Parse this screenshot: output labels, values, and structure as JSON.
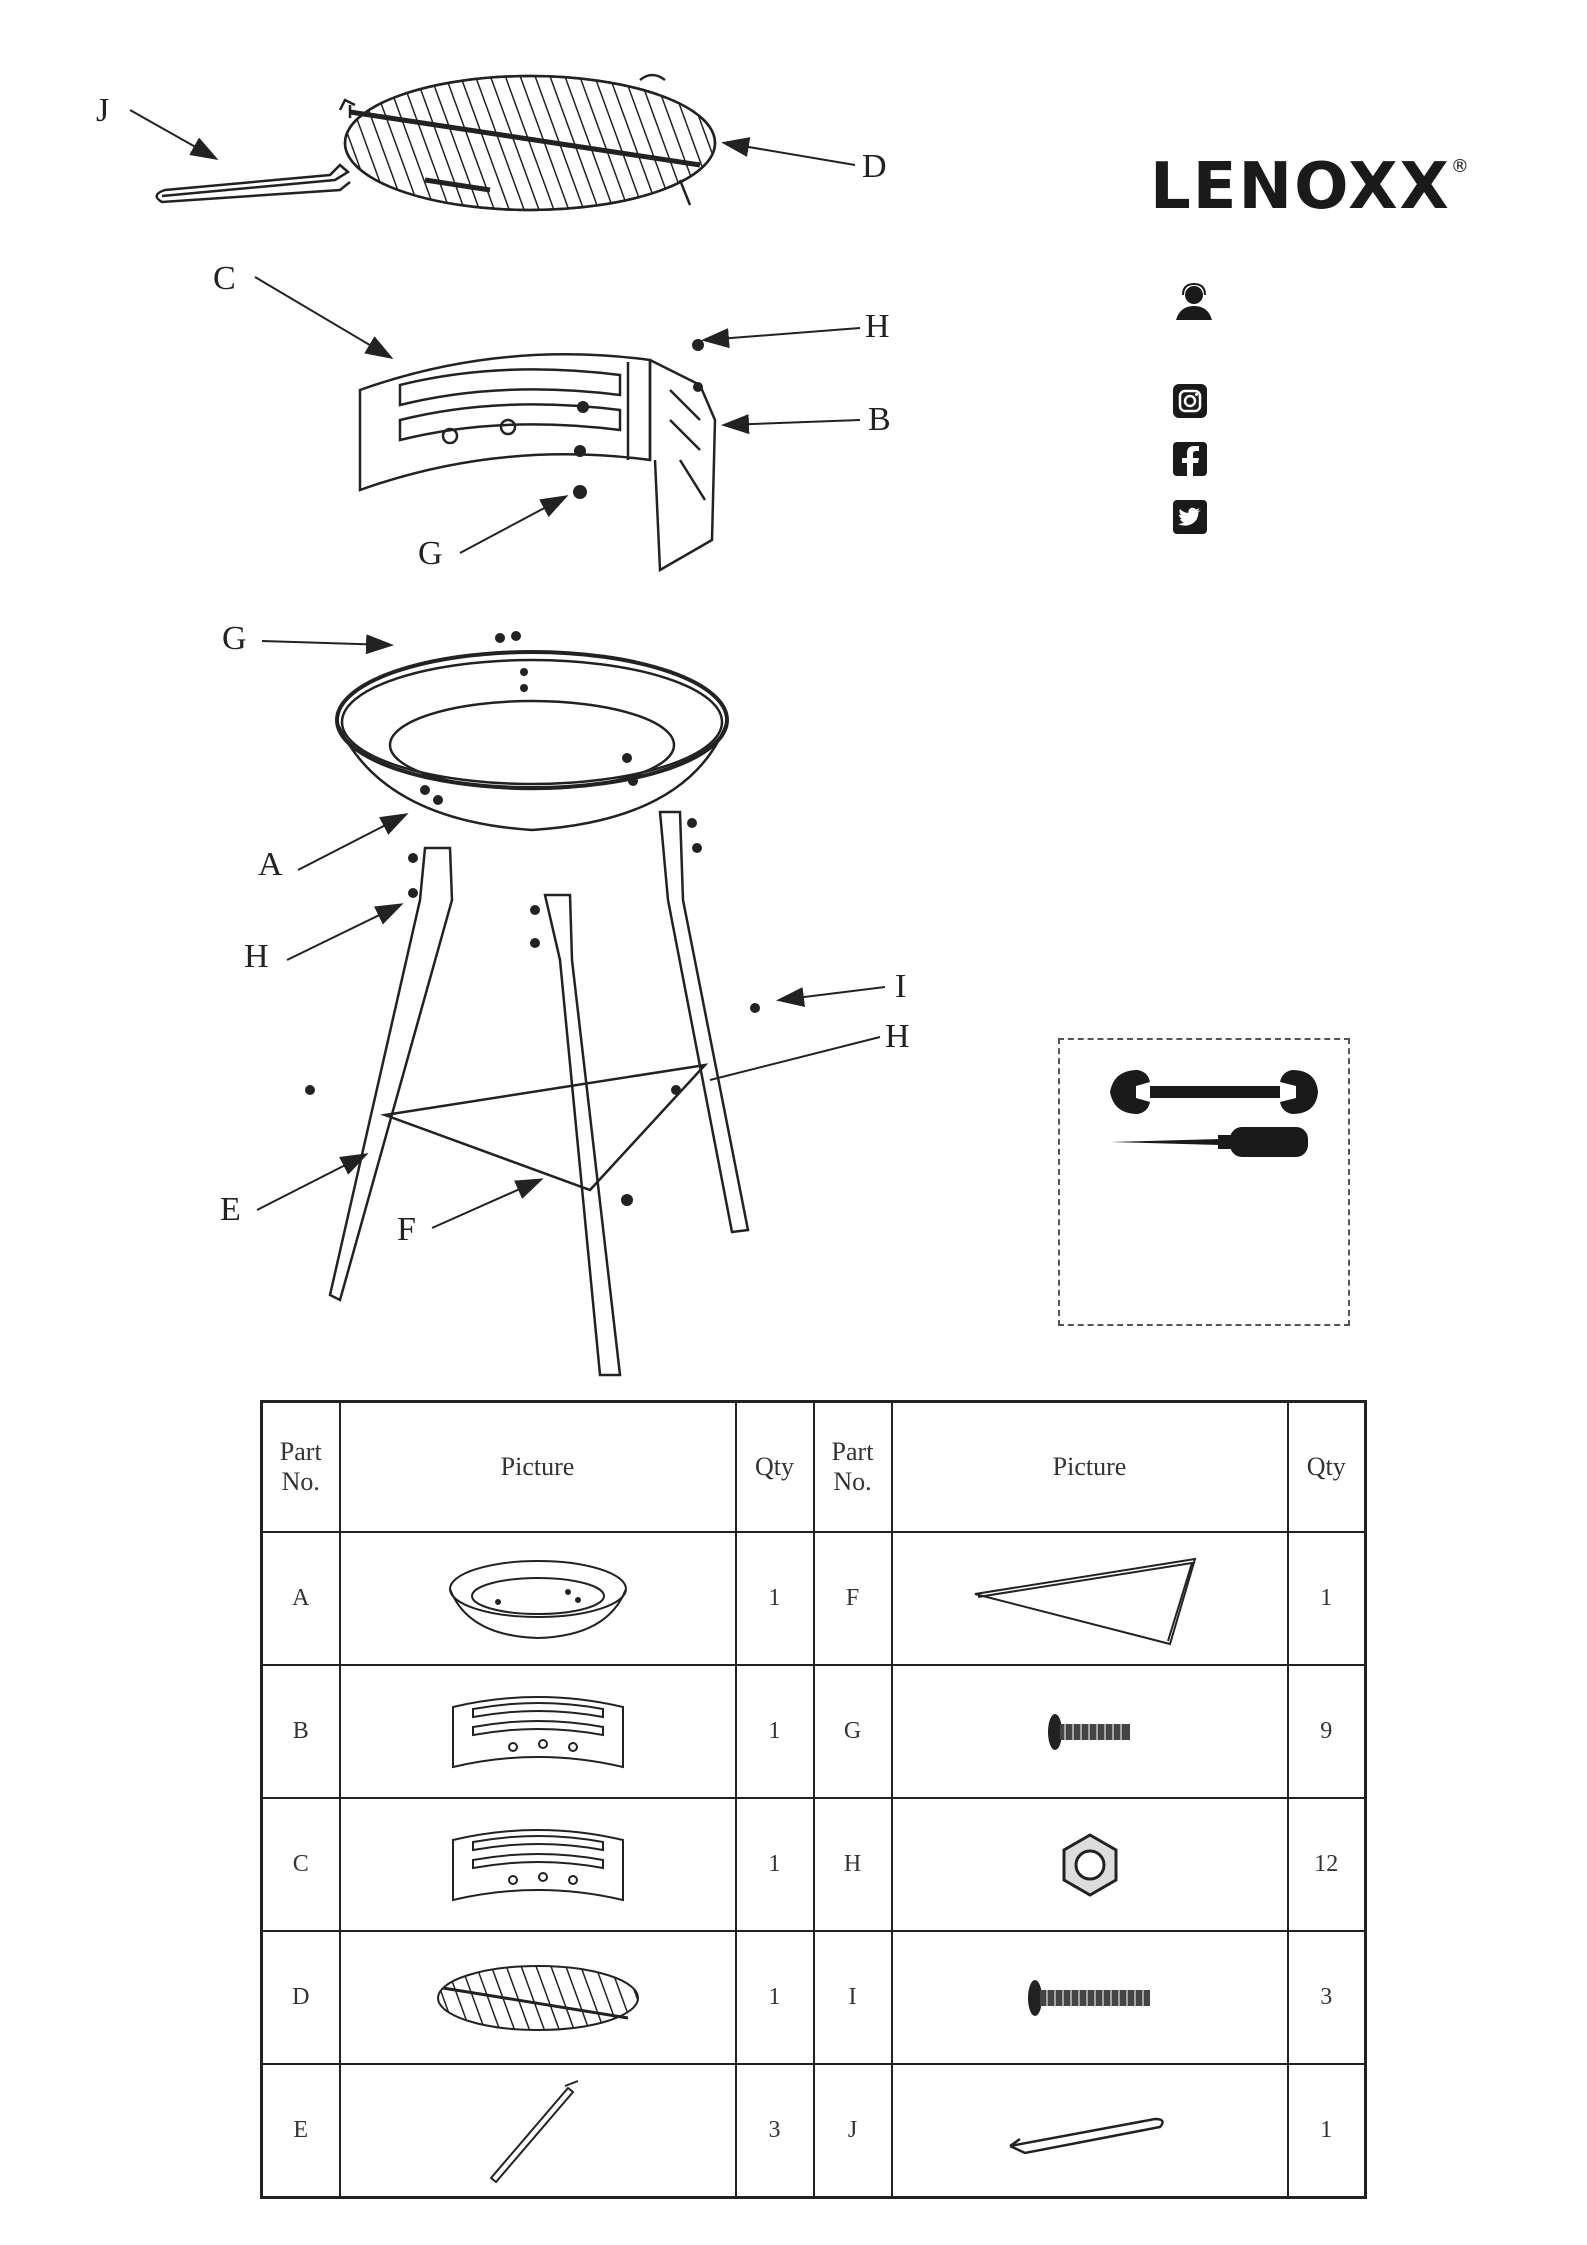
{
  "brand": {
    "name": "LENOXX",
    "registered": "®"
  },
  "diagram": {
    "callouts": [
      "J",
      "D",
      "C",
      "H",
      "B",
      "G",
      "G",
      "A",
      "H",
      "I",
      "H",
      "E",
      "F"
    ]
  },
  "contact_icons": [
    "support-person-icon",
    "instagram-icon",
    "facebook-icon",
    "twitter-icon"
  ],
  "tools": [
    "wrench-icon",
    "screwdriver-icon"
  ],
  "parts_table": {
    "headers": [
      "Part\nNo.",
      "Picture",
      "Qty",
      "Part\nNo.",
      "Picture",
      "Qty"
    ],
    "rows": [
      {
        "left": {
          "part": "A",
          "qty": "1"
        },
        "right": {
          "part": "F",
          "qty": "1"
        }
      },
      {
        "left": {
          "part": "B",
          "qty": "1"
        },
        "right": {
          "part": "G",
          "qty": "9"
        }
      },
      {
        "left": {
          "part": "C",
          "qty": "1"
        },
        "right": {
          "part": "H",
          "qty": "12"
        }
      },
      {
        "left": {
          "part": "D",
          "qty": "1"
        },
        "right": {
          "part": "I",
          "qty": "3"
        }
      },
      {
        "left": {
          "part": "E",
          "qty": "3"
        },
        "right": {
          "part": "J",
          "qty": "1"
        }
      }
    ]
  }
}
